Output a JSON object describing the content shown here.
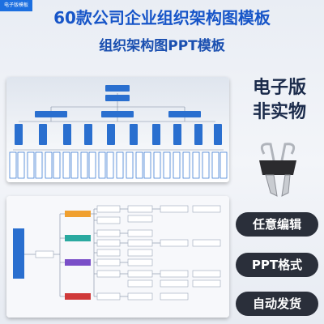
{
  "ribbon": "电子版模板",
  "title": "60款公司企业组织架构图模板",
  "subtitle": "组织架构图PPT模板",
  "side": {
    "line1": "电子版",
    "line2": "非实物"
  },
  "features": [
    "任意编辑",
    "PPT格式",
    "自动发货"
  ],
  "colors": {
    "title": "#1755c8",
    "node_blue": "#2a6fcf",
    "pill": "#2a2f3a",
    "orange": "#f0a030",
    "teal": "#2aa9a0",
    "purple": "#7a4fc8",
    "red": "#d03a3a"
  }
}
